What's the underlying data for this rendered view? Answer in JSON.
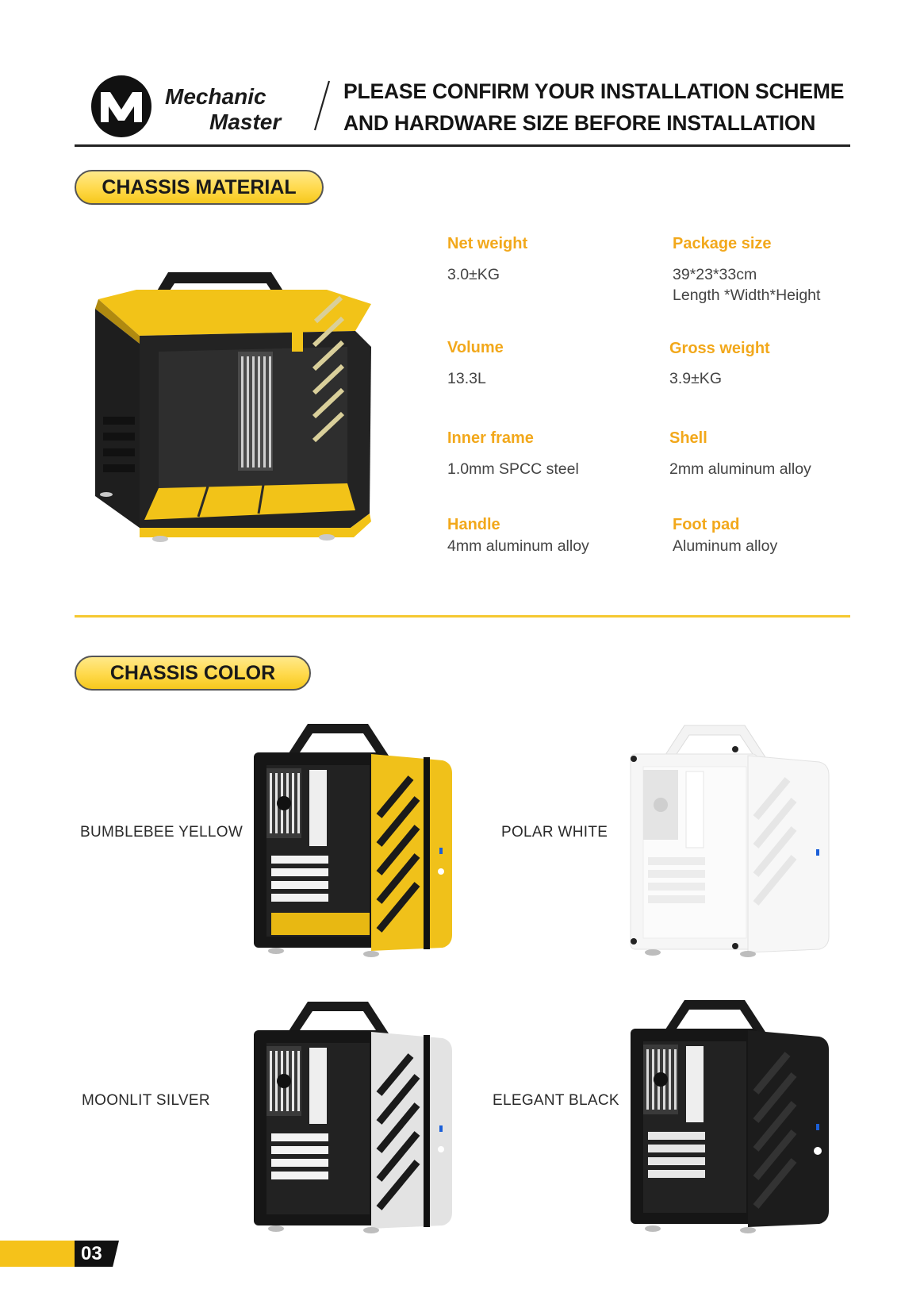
{
  "header": {
    "brand_line1": "Mechanic",
    "brand_line2": "Master",
    "title_line1": "PLEASE CONFIRM YOUR INSTALLATION SCHEME",
    "title_line2": "AND HARDWARE SIZE BEFORE INSTALLATION"
  },
  "material": {
    "heading": "CHASSIS MATERIAL",
    "specs": [
      {
        "label": "Net weight",
        "value": "3.0±KG"
      },
      {
        "label": "Package size",
        "value": "39*23*33cm\nLength *Width*Height"
      },
      {
        "label": "Volume",
        "value": "13.3L"
      },
      {
        "label": "Gross weight",
        "value": "3.9±KG"
      },
      {
        "label": "Inner frame",
        "value": "1.0mm SPCC steel"
      },
      {
        "label": "Shell",
        "value": "2mm  aluminum alloy"
      },
      {
        "label": "Handle",
        "value": "4mm aluminum alloy"
      },
      {
        "label": "Foot pad",
        "value": "Aluminum alloy"
      }
    ]
  },
  "colors": {
    "heading": "CHASSIS COLOR",
    "items": [
      {
        "label": "BUMBLEBEE YELLOW"
      },
      {
        "label": "POLAR WHITE"
      },
      {
        "label": "MOONLIT SILVER"
      },
      {
        "label": "ELEGANT BLACK"
      }
    ]
  },
  "footer": {
    "page": "03"
  },
  "palette": {
    "accent": "#f5c21a",
    "label_orange": "#f2a81b",
    "ink": "#151515"
  }
}
